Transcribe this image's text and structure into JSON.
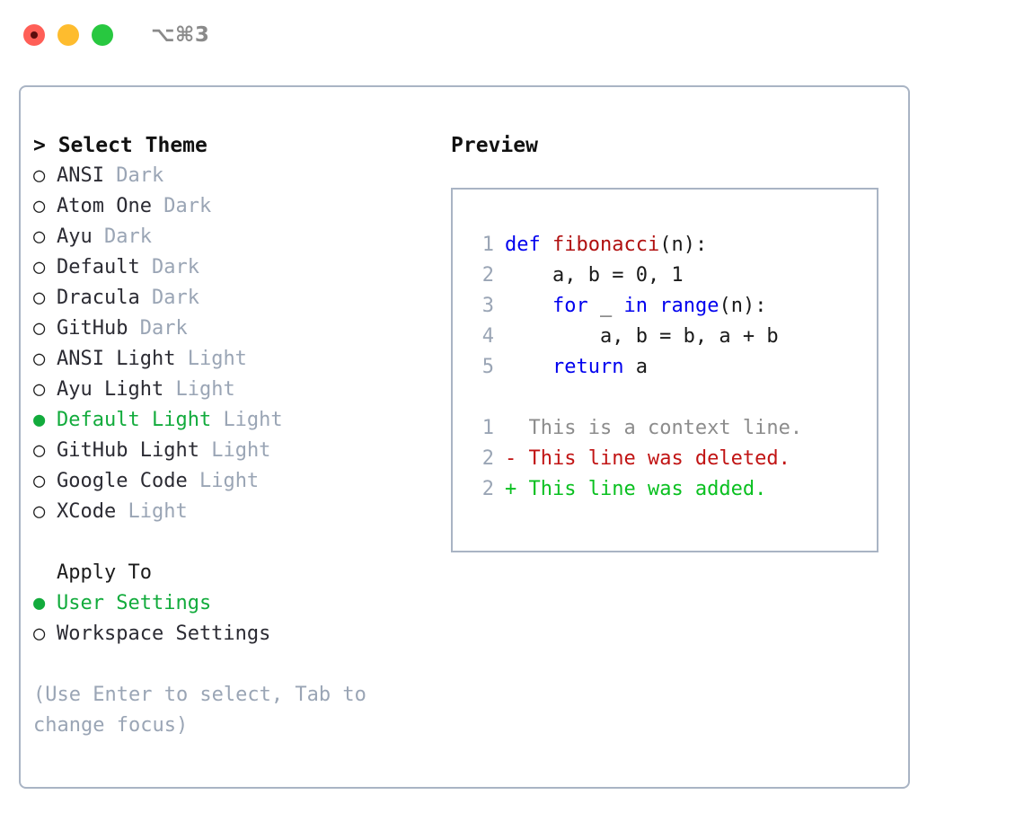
{
  "window": {
    "shortcut": "⌥⌘3",
    "traffic_lights": [
      {
        "name": "close",
        "color": "#ff5f57"
      },
      {
        "name": "minimize",
        "color": "#febc2e"
      },
      {
        "name": "maximize",
        "color": "#28c840"
      }
    ]
  },
  "theme_picker": {
    "header": "> Select Theme",
    "items": [
      {
        "marker": "○",
        "name": "ANSI",
        "tag": "Dark",
        "selected": false
      },
      {
        "marker": "○",
        "name": "Atom One",
        "tag": "Dark",
        "selected": false
      },
      {
        "marker": "○",
        "name": "Ayu",
        "tag": "Dark",
        "selected": false
      },
      {
        "marker": "○",
        "name": "Default",
        "tag": "Dark",
        "selected": false
      },
      {
        "marker": "○",
        "name": "Dracula",
        "tag": "Dark",
        "selected": false
      },
      {
        "marker": "○",
        "name": "GitHub",
        "tag": "Dark",
        "selected": false
      },
      {
        "marker": "○",
        "name": "ANSI Light",
        "tag": "Light",
        "selected": false
      },
      {
        "marker": "○",
        "name": "Ayu Light",
        "tag": "Light",
        "selected": false
      },
      {
        "marker": "●",
        "name": "Default Light",
        "tag": "Light",
        "selected": true
      },
      {
        "marker": "○",
        "name": "GitHub Light",
        "tag": "Light",
        "selected": false
      },
      {
        "marker": "○",
        "name": "Google Code",
        "tag": "Light",
        "selected": false
      },
      {
        "marker": "○",
        "name": "XCode",
        "tag": "Light",
        "selected": false
      }
    ]
  },
  "apply_to": {
    "header": "Apply To",
    "items": [
      {
        "marker": "●",
        "name": "User Settings",
        "selected": true
      },
      {
        "marker": "○",
        "name": "Workspace Settings",
        "selected": false
      }
    ]
  },
  "hint": "(Use Enter to select, Tab to change focus)",
  "preview": {
    "title": "Preview",
    "code_lines": [
      {
        "no": "1",
        "tokens": [
          {
            "t": "def",
            "k": "kw"
          },
          {
            "t": " ",
            "k": "plain"
          },
          {
            "t": "fibonacci",
            "k": "fn"
          },
          {
            "t": "(n):",
            "k": "plain"
          }
        ]
      },
      {
        "no": "2",
        "tokens": [
          {
            "t": "    a, b = 0, 1",
            "k": "plain"
          }
        ]
      },
      {
        "no": "3",
        "tokens": [
          {
            "t": "    ",
            "k": "plain"
          },
          {
            "t": "for",
            "k": "kw"
          },
          {
            "t": " _ ",
            "k": "plain"
          },
          {
            "t": "in",
            "k": "kw"
          },
          {
            "t": " ",
            "k": "plain"
          },
          {
            "t": "range",
            "k": "kw"
          },
          {
            "t": "(n):",
            "k": "plain"
          }
        ]
      },
      {
        "no": "4",
        "tokens": [
          {
            "t": "        a, b = b, a + b",
            "k": "plain"
          }
        ]
      },
      {
        "no": "5",
        "tokens": [
          {
            "t": "    ",
            "k": "plain"
          },
          {
            "t": "return",
            "k": "kw"
          },
          {
            "t": " a",
            "k": "plain"
          }
        ]
      }
    ],
    "diff_lines": [
      {
        "no": "1",
        "sign": " ",
        "text": "This is a context line.",
        "kind": "ctx"
      },
      {
        "no": "2",
        "sign": "-",
        "text": "This line was deleted.",
        "kind": "del"
      },
      {
        "no": "2",
        "sign": "+",
        "text": "This line was added.",
        "kind": "add"
      }
    ]
  },
  "colors": {
    "accent_green": "#12ab3c",
    "muted_gray": "#9aa5b5",
    "border": "#a9b4c4",
    "keyword_blue": "#0000ee",
    "function_red": "#b01010",
    "diff_delete": "#c11414",
    "diff_add": "#0ac020"
  }
}
